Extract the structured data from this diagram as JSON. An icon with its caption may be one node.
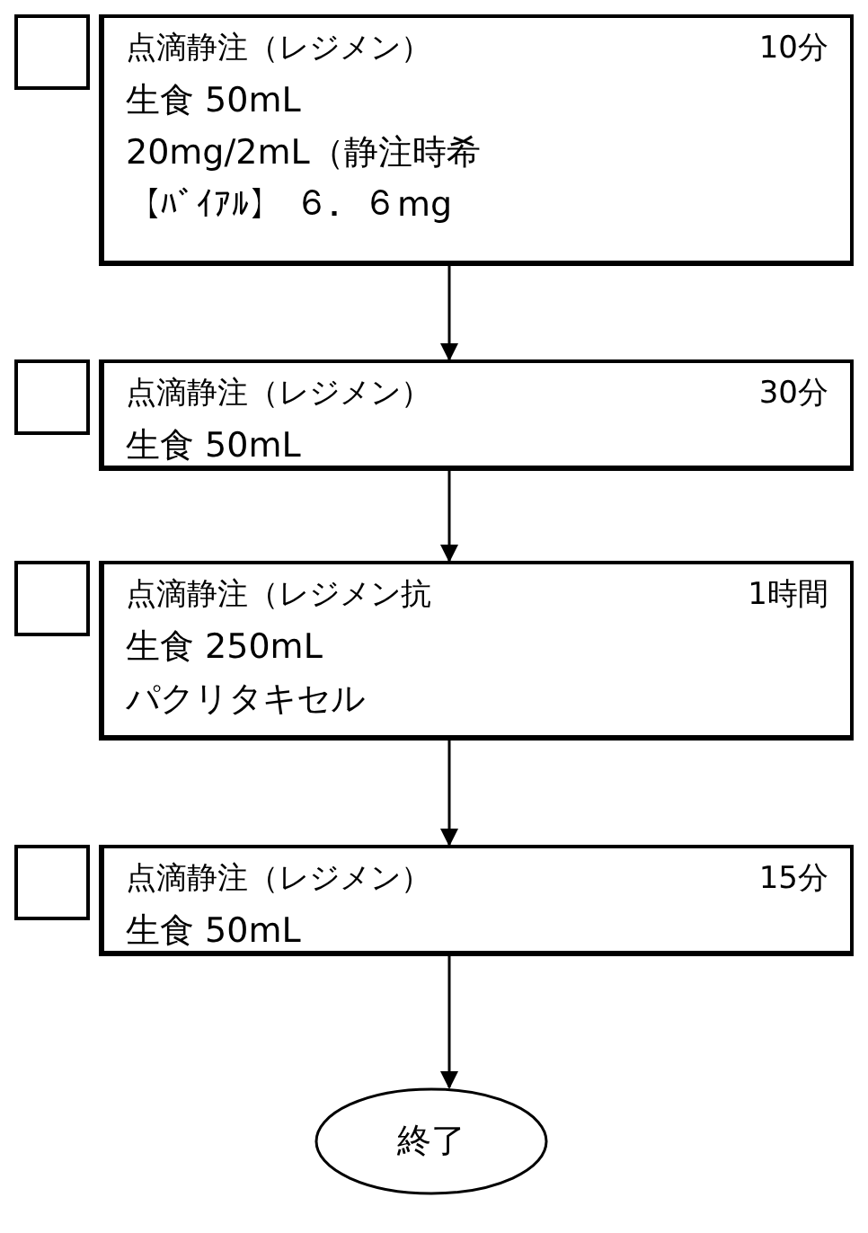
{
  "diagram": {
    "nodes": [
      {
        "text": [],
        "shape": "box"
      },
      {
        "text": [
          "点滴静注（レジメン）",
          "10分",
          "生食 50mL",
          "20mg/2mL（静注時希",
          "【ﾊﾞｲｱﾙ】 ６．６mg"
        ]
      },
      {
        "text": [],
        "shape": "box"
      },
      {
        "text": [
          "点滴静注（レジメン）",
          "30分",
          "生食 50mL"
        ]
      },
      {
        "text": [],
        "shape": "box"
      },
      {
        "text": [
          "点滴静注（レジメン抗",
          "1時間",
          "生食 250mL",
          "パクリタキセル"
        ]
      },
      {
        "text": [],
        "shape": "box"
      },
      {
        "text": [
          "点滴静注（レジメン）",
          "15分",
          "生食 50mL"
        ]
      },
      {
        "text": [
          "終了"
        ]
      }
    ],
    "edges": [
      {
        "from": 1,
        "to": 3,
        "arrow": "to"
      },
      {
        "from": 3,
        "to": 5,
        "arrow": "to"
      },
      {
        "from": 5,
        "to": 7,
        "arrow": "to"
      },
      {
        "from": 7,
        "to": 8,
        "arrow": "to"
      }
    ]
  }
}
